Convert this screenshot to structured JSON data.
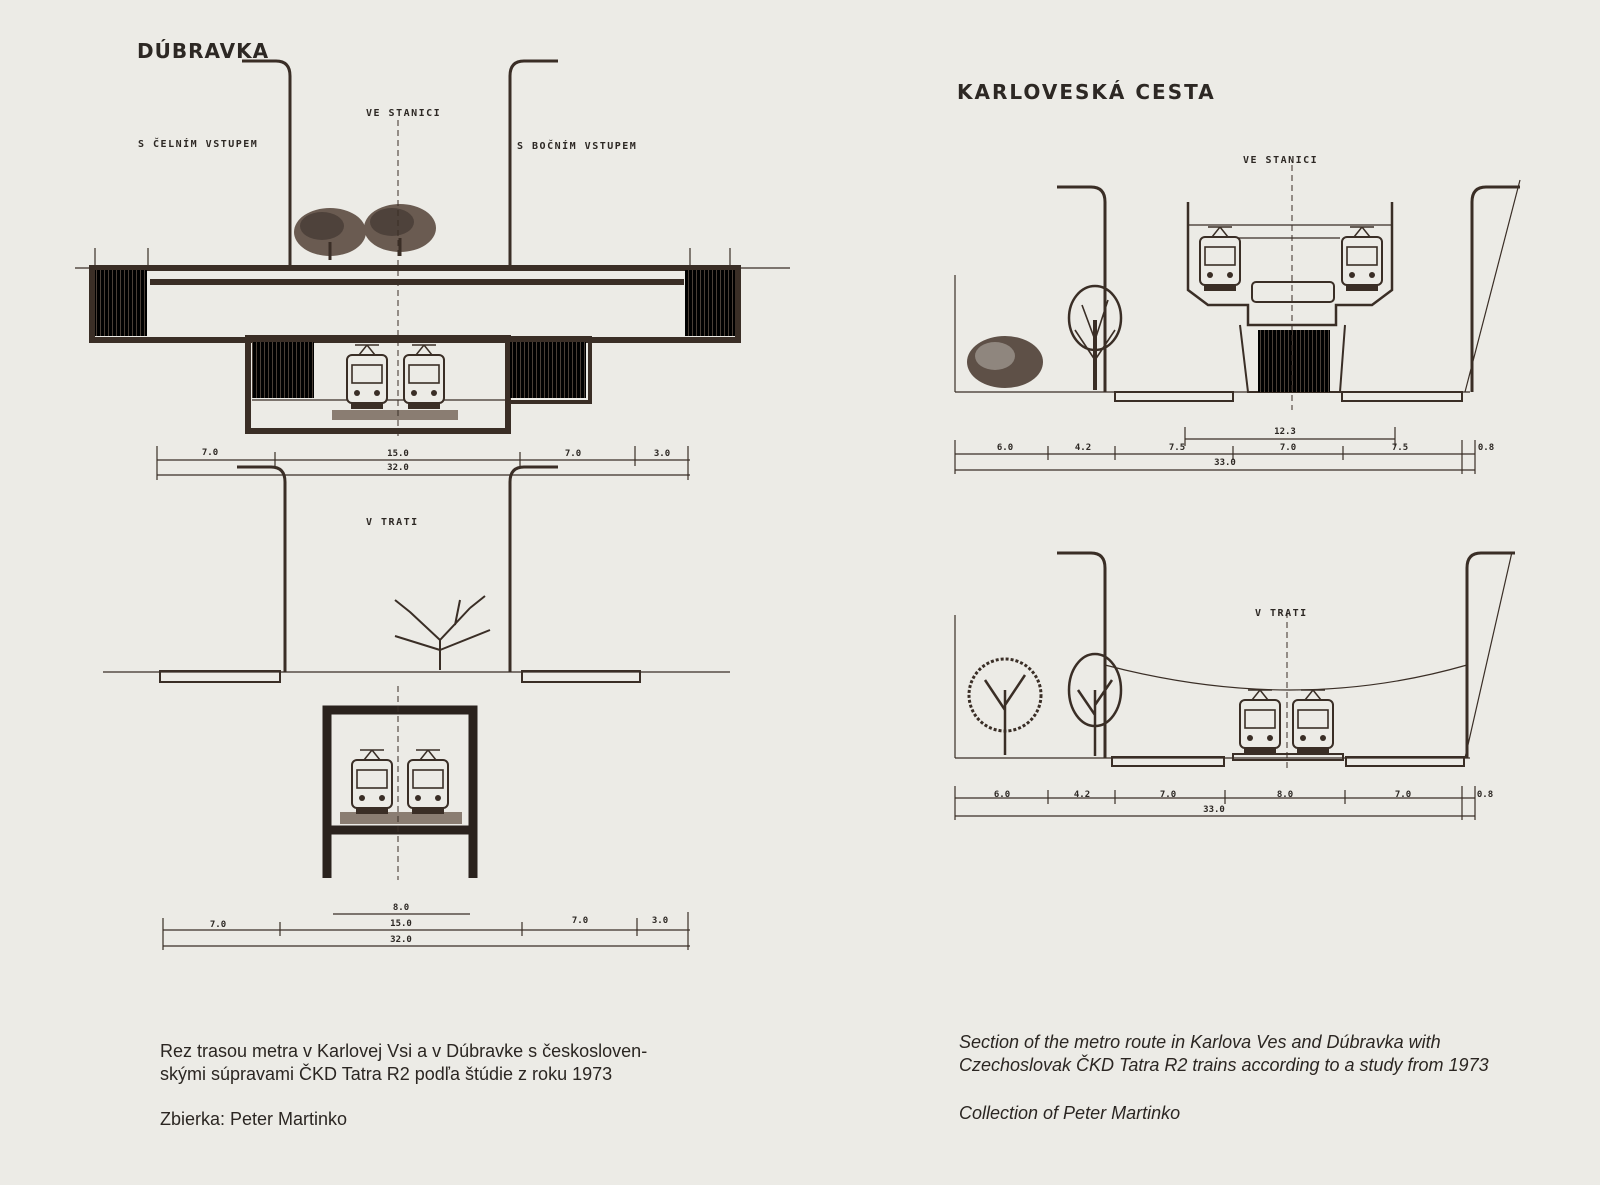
{
  "left_panel": {
    "title": "DÚBRAVKA",
    "station_section": {
      "label_center": "VE STANICI",
      "label_left": "S ČELNÍM VSTUPEM",
      "label_right": "S BOČNÍM VSTUPEM",
      "dims_row1": [
        "7.0",
        "15.0",
        "7.0",
        "3.0"
      ],
      "dims_total": "32.0"
    },
    "track_section": {
      "label_center": "V TRATI",
      "dim_inner": "8.0",
      "dims_row1": [
        "7.0",
        "15.0",
        "7.0",
        "3.0"
      ],
      "dims_total": "32.0"
    }
  },
  "right_panel": {
    "title": "KARLOVESKÁ CESTA",
    "station_section": {
      "label_center": "VE STANICI",
      "dim_upper": "12.3",
      "dims_row1": [
        "6.0",
        "4.2",
        "7.5",
        "7.0",
        "7.5",
        "0.8"
      ],
      "dims_total": "33.0"
    },
    "track_section": {
      "label_center": "V TRATI",
      "dims_row1": [
        "6.0",
        "4.2",
        "7.0",
        "8.0",
        "7.0",
        "0.8"
      ],
      "dims_total": "33.0"
    }
  },
  "captions": {
    "sk_line1": "Rez trasou metra v Karlovej Vsi a v Dúbravke s českosloven-",
    "sk_line2": "skými súpravami ČKD Tatra R2 podľa štúdie z roku 1973",
    "sk_collection": "Zbierka: Peter Martinko",
    "en_line1": "Section of the metro route in Karlova Ves and Dúbravka with",
    "en_line2": "Czechoslovak ČKD Tatra R2 trains according to a study from 1973",
    "en_collection": "Collection of Peter Martinko"
  }
}
